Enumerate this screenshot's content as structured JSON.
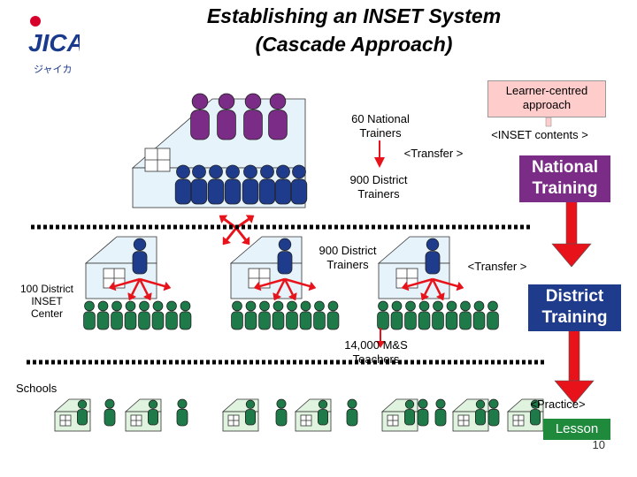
{
  "title_line1": "Establishing an INSET System",
  "title_line2": "(Cascade Approach)",
  "logo": {
    "text": "JICA",
    "subtext": "ジャイカ"
  },
  "labels": {
    "learner_centred": "Learner-centred approach",
    "national_trainers": "60 National Trainers",
    "inset_contents": "<INSET contents >",
    "transfer_1": "<Transfer >",
    "district_trainers_a": "900 District Trainers",
    "district_trainers_b": "900 District Trainers",
    "transfer_2": "<Transfer >",
    "inset_center": "100 District INSET Center",
    "teachers": "14,000 M&S Teachers",
    "schools": "Schools",
    "practice": "<Practice>"
  },
  "stages": {
    "national": "National Training",
    "district": "District Training",
    "lesson": "Lesson"
  },
  "page_number": "10",
  "colors": {
    "national_person": "#7b2c86",
    "district_person": "#1f3c8c",
    "teacher_person": "#1f7a4a",
    "house_blue": "#e6f3fa",
    "house_green": "#dff3df",
    "arrow_red": "#e8131a",
    "pink_box": "#ffcccc"
  }
}
